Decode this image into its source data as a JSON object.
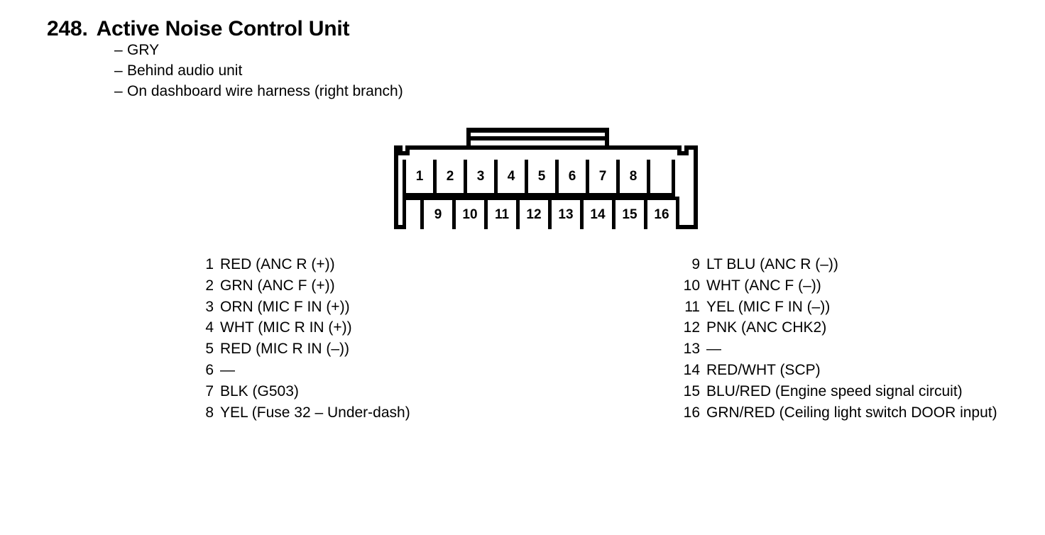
{
  "document": {
    "title_number": "248.",
    "title_text": "Active Noise Control Unit",
    "subtitles": [
      {
        "dash": "–",
        "text": "GRY"
      },
      {
        "dash": "–",
        "text": "Behind audio unit"
      },
      {
        "dash": "–",
        "text": "On dashboard wire harness (right branch)"
      }
    ],
    "ink_color": "#000000",
    "background_color": "#ffffff"
  },
  "connector": {
    "name": "16-pin connector",
    "top_row": [
      {
        "label": "1",
        "empty": false
      },
      {
        "label": "2",
        "empty": false
      },
      {
        "label": "3",
        "empty": false
      },
      {
        "label": "4",
        "empty": false
      },
      {
        "label": "5",
        "empty": false
      },
      {
        "label": "6",
        "empty": false
      },
      {
        "label": "7",
        "empty": false
      },
      {
        "label": "8",
        "empty": false
      },
      {
        "label": "",
        "empty": true
      }
    ],
    "bottom_row": [
      {
        "label": "",
        "empty": true
      },
      {
        "label": "9",
        "empty": false
      },
      {
        "label": "10",
        "empty": false
      },
      {
        "label": "11",
        "empty": false
      },
      {
        "label": "12",
        "empty": false
      },
      {
        "label": "13",
        "empty": false
      },
      {
        "label": "14",
        "empty": false
      },
      {
        "label": "15",
        "empty": false
      },
      {
        "label": "16",
        "empty": false
      }
    ]
  },
  "pin_legend": {
    "left_column": [
      {
        "num": "1",
        "text": "RED (ANC R (+))"
      },
      {
        "num": "2",
        "text": "GRN (ANC F (+))"
      },
      {
        "num": "3",
        "text": "ORN (MIC F IN (+))"
      },
      {
        "num": "4",
        "text": "WHT (MIC R IN (+))"
      },
      {
        "num": "5",
        "text": "RED (MIC R IN (–))"
      },
      {
        "num": "6",
        "text": "—"
      },
      {
        "num": "7",
        "text": "BLK (G503)"
      },
      {
        "num": "8",
        "text": "YEL (Fuse 32 – Under-dash)"
      }
    ],
    "right_column": [
      {
        "num": "9",
        "text": "LT BLU (ANC R (–))"
      },
      {
        "num": "10",
        "text": "WHT (ANC F (–))"
      },
      {
        "num": "11",
        "text": "YEL (MIC F IN (–))"
      },
      {
        "num": "12",
        "text": "PNK (ANC CHK2)"
      },
      {
        "num": "13",
        "text": "—"
      },
      {
        "num": "14",
        "text": "RED/WHT (SCP)"
      },
      {
        "num": "15",
        "text": "BLU/RED (Engine speed signal circuit)"
      },
      {
        "num": "16",
        "text": "GRN/RED (Ceiling light switch DOOR input)"
      }
    ]
  }
}
